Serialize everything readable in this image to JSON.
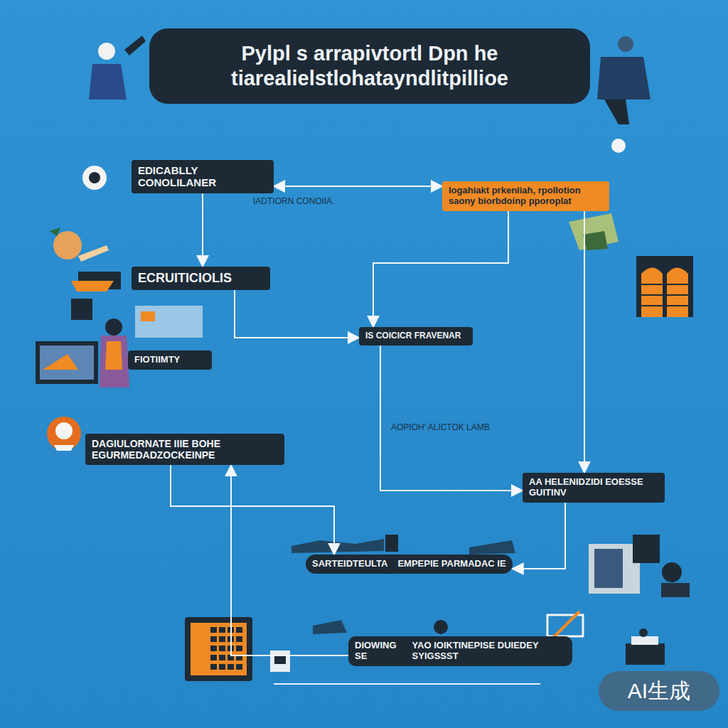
{
  "diagram": {
    "title": "Pylpl s arrapivtortl Dpn he tiarealielstlohatayndlitpillioe",
    "nodes": [
      {
        "text": [
          "EDICABLLY CONOLILANER"
        ]
      },
      {
        "text": [
          "Iogahiakt prkenliah, rpollotion saony biorbdoinp pporoplat"
        ]
      },
      {
        "text": [
          "ECRUITICIOLIS"
        ]
      },
      {
        "text": [
          "FIOTIIMTY"
        ]
      },
      {
        "text": [
          "IS COICICR FRAVENAR"
        ]
      },
      {
        "text": [
          "DAGIULORNATE IIIE BOHE EGURMEDADZOCKEINPE"
        ]
      },
      {
        "text": [
          "AA HELENIDZIDI EOESSE GUITINV"
        ]
      },
      {
        "text": [
          "SARTEIDTEULTA",
          "EMPEPIE PARMADAC IE"
        ]
      },
      {
        "text": [
          "DIOWINGSE",
          "YAO IOIKTINEPISE DUIEDEY SYIGSSST"
        ]
      }
    ],
    "edges": [
      {
        "from": 0,
        "to": 1,
        "arrow": "both"
      },
      {
        "from": 0,
        "to": 2,
        "arrow": "to"
      },
      {
        "from": 1,
        "to": 4,
        "arrow": "to"
      },
      {
        "from": 1,
        "to": 6,
        "arrow": "to"
      },
      {
        "from": 2,
        "to": 4,
        "arrow": "to"
      },
      {
        "from": 4,
        "to": 6,
        "arrow": "to"
      },
      {
        "from": 5,
        "to": 7,
        "arrow": "to"
      },
      {
        "from": 8,
        "to": 5,
        "arrow": "to"
      },
      {
        "from": 6,
        "to": 7,
        "arrow": "to"
      }
    ],
    "labels": [
      "IADTIORN CONOIIA.",
      "AOPIOH' ALICTOK LAMB",
      "AI生成"
    ]
  }
}
